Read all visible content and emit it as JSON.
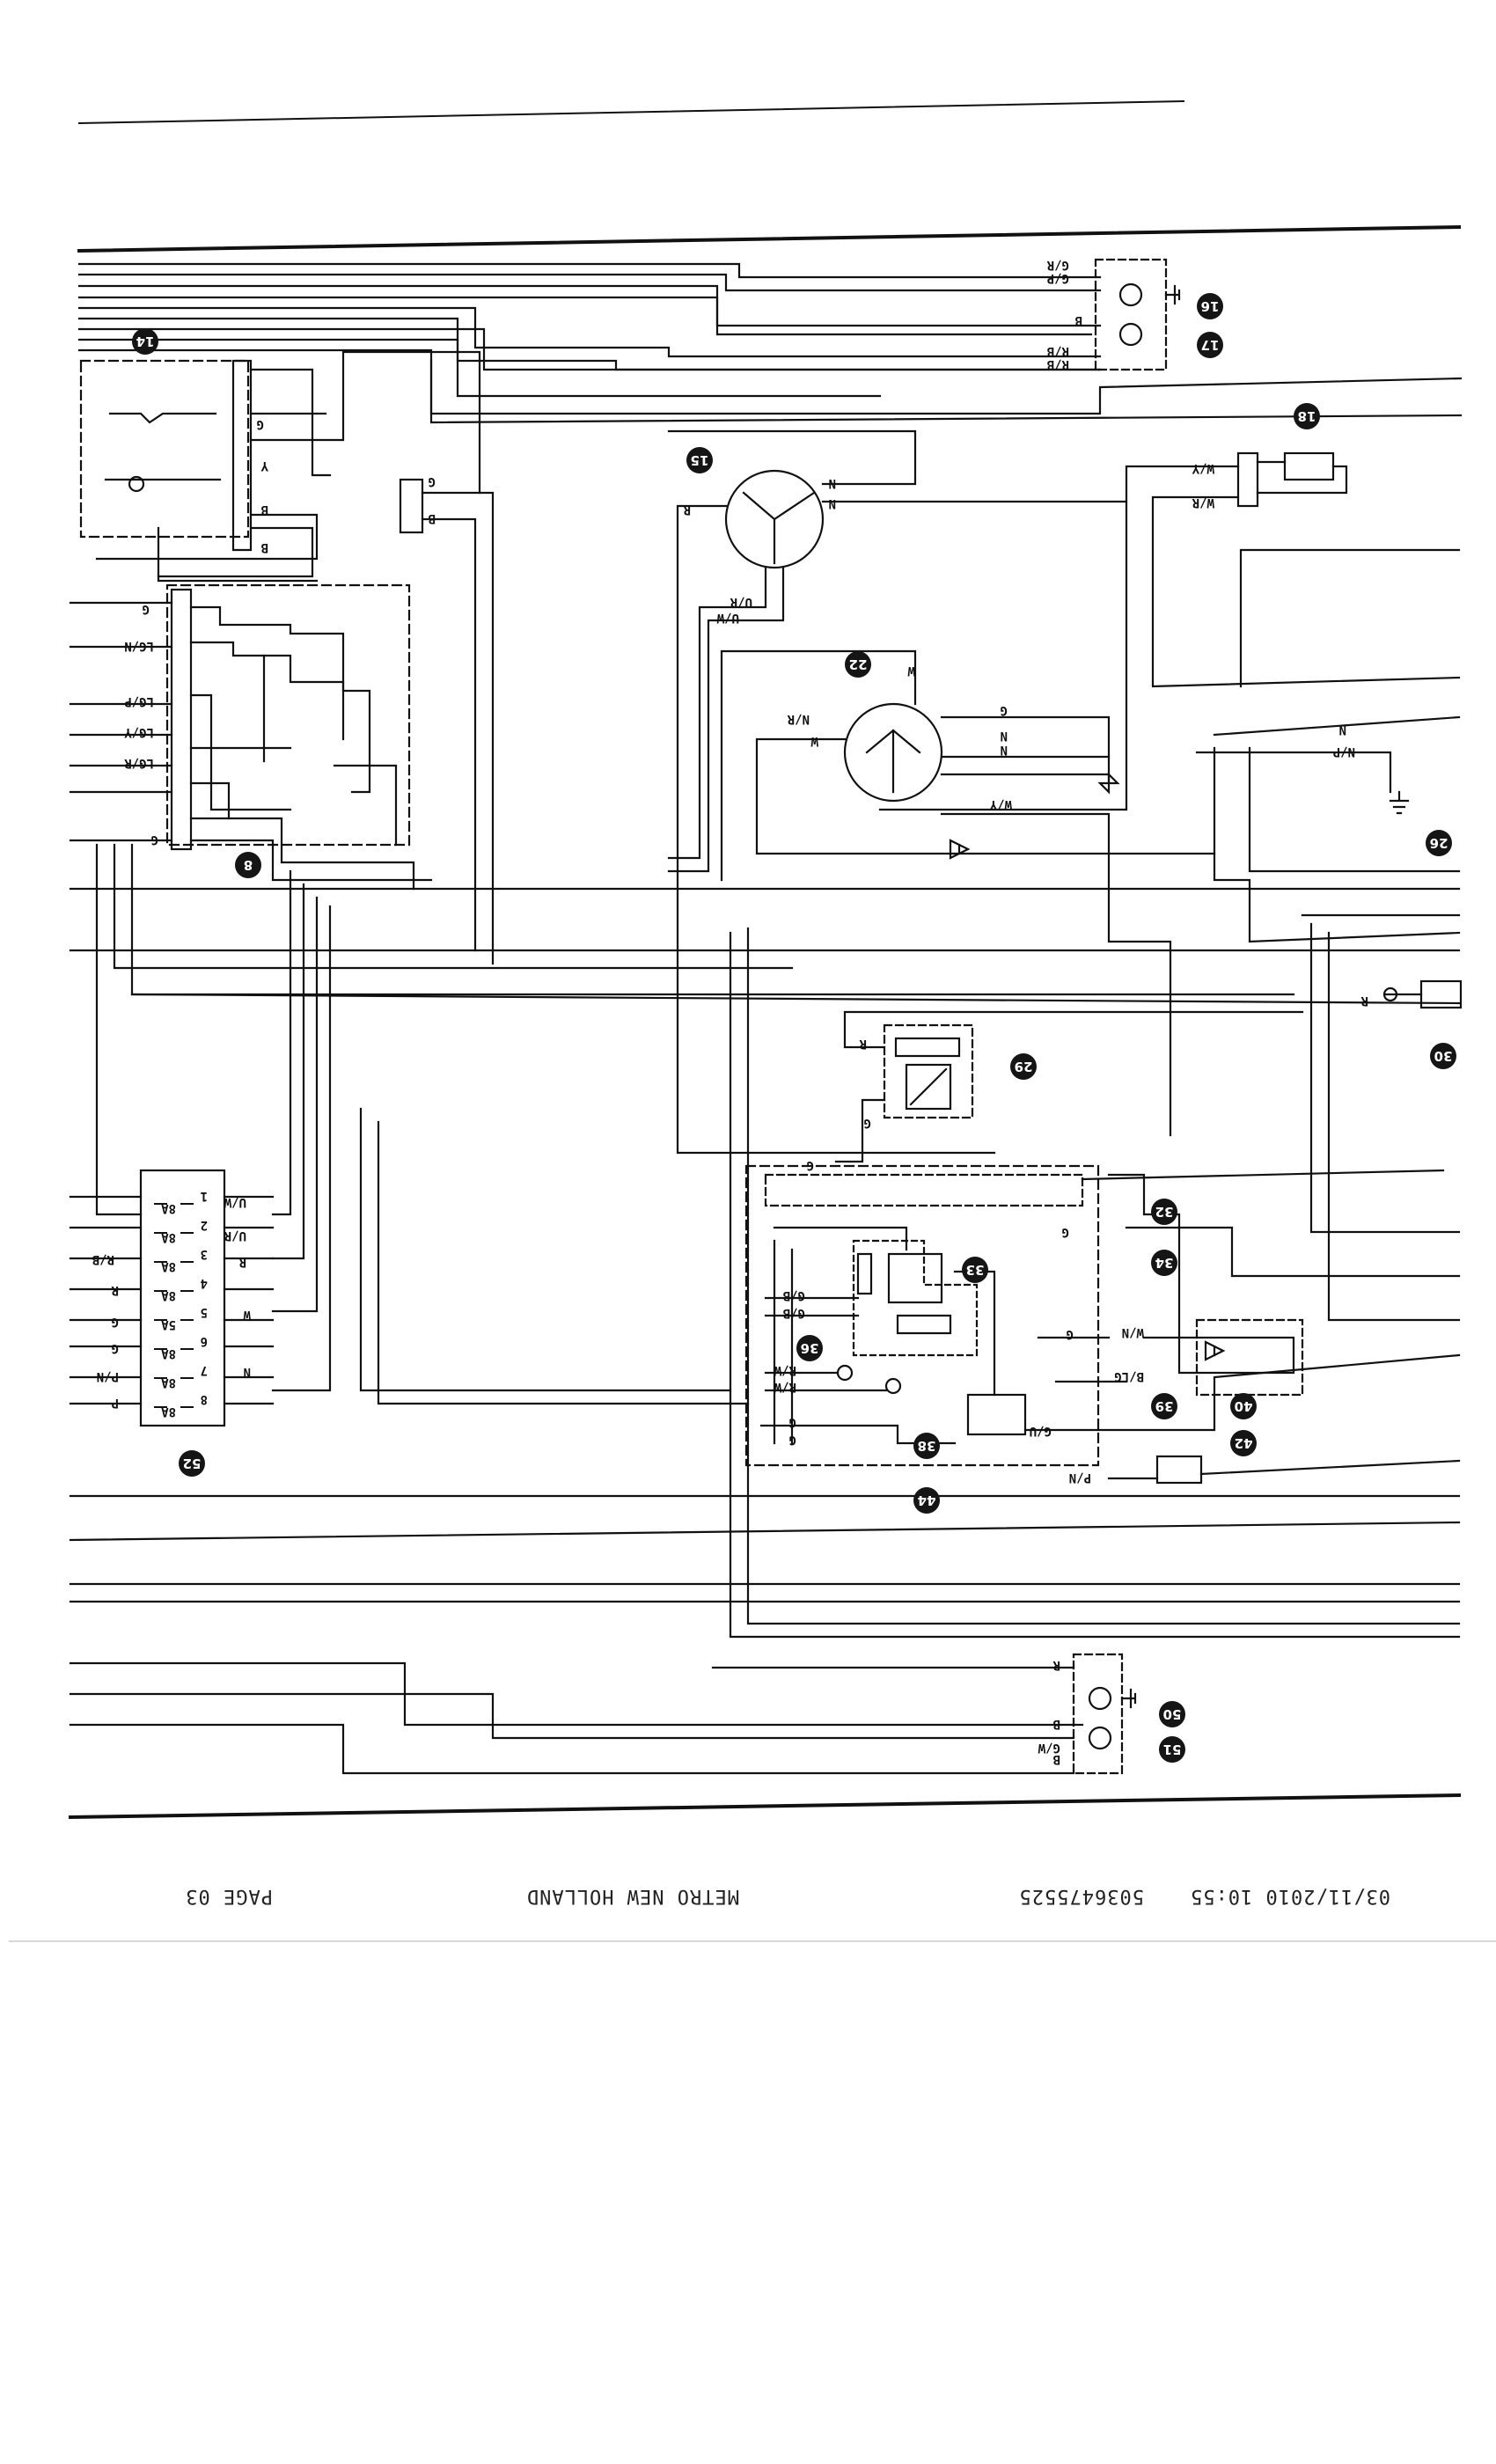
{
  "header": {
    "fax_datetime": "03/11/2010  10:55",
    "fax_number": "5036475525",
    "company": "METRO NEW HOLLAND",
    "page_label": "PAGE  03"
  },
  "components": [
    {
      "id": "c14",
      "number": "14"
    },
    {
      "id": "c15",
      "number": "15"
    },
    {
      "id": "c16",
      "number": "16"
    },
    {
      "id": "c17",
      "number": "17"
    },
    {
      "id": "c18",
      "number": "18"
    },
    {
      "id": "c22",
      "number": "22"
    },
    {
      "id": "c26",
      "number": "26"
    },
    {
      "id": "c29",
      "number": "29"
    },
    {
      "id": "c30",
      "number": "30"
    },
    {
      "id": "c32",
      "number": "32"
    },
    {
      "id": "c33",
      "number": "33"
    },
    {
      "id": "c34",
      "number": "34"
    },
    {
      "id": "c36",
      "number": "36"
    },
    {
      "id": "c38",
      "number": "38"
    },
    {
      "id": "c39",
      "number": "39"
    },
    {
      "id": "c40",
      "number": "40"
    },
    {
      "id": "c42",
      "number": "42"
    },
    {
      "id": "c44",
      "number": "44"
    },
    {
      "id": "c50",
      "number": "50"
    },
    {
      "id": "c51",
      "number": "51"
    },
    {
      "id": "c52",
      "number": "52"
    },
    {
      "id": "c8",
      "number": "8"
    }
  ],
  "wire_labels": {
    "gp": "G/P",
    "gr": "G/R",
    "b_top": "B",
    "rb1": "R/B",
    "rb2": "R/B",
    "wy1": "W/Y",
    "wr": "W/R",
    "g14": "G",
    "y14": "Y",
    "b14a": "B",
    "b14b": "B",
    "g_conn": "G",
    "b_conn": "B",
    "n15a": "N",
    "n15b": "N",
    "r15": "R",
    "ur15": "U/R",
    "uw15": "U/W",
    "w22": "W",
    "nr22": "N/R",
    "w22b": "W",
    "g22": "G",
    "n22a": "N",
    "n22b": "N",
    "wy22": "W/Y",
    "g8": "G",
    "lgn": "LG/N",
    "lgp": "LG/P",
    "lgy": "LG/Y",
    "lgr": "LG/R",
    "g8b": "G",
    "np": "N/P",
    "n_mid": "N",
    "r30": "R",
    "r29": "R",
    "g29": "G",
    "g_low": "G",
    "gb33a": "G/B",
    "gb33b": "G/B",
    "rw36a": "R/W",
    "rw36b": "R/W",
    "g44a": "G",
    "g44b": "G",
    "g34": "G",
    "wn": "W/N",
    "g39": "G",
    "blg": "B/LG",
    "gu": "G/U",
    "pn42": "P/N",
    "uw52": "U/W",
    "ur52": "U/R",
    "rb52": "R/B",
    "r52a": "R",
    "r52b": "R",
    "g52a": "G",
    "g52b": "G",
    "pn52": "P/N",
    "p52": "P",
    "w52": "W",
    "n52": "N",
    "r50": "R",
    "b50": "B",
    "gw51": "G/W",
    "b51": "B"
  },
  "fuse_box": {
    "rows": [
      {
        "num": "1",
        "rating": "8A"
      },
      {
        "num": "2",
        "rating": "8A"
      },
      {
        "num": "3",
        "rating": "8A"
      },
      {
        "num": "4",
        "rating": "8A"
      },
      {
        "num": "5",
        "rating": "5A"
      },
      {
        "num": "6",
        "rating": "8A"
      },
      {
        "num": "7",
        "rating": "8A"
      },
      {
        "num": "8",
        "rating": "8A"
      }
    ]
  },
  "colors": {
    "ink": "#111111",
    "paper": "#ffffff",
    "callout": "#151515"
  }
}
